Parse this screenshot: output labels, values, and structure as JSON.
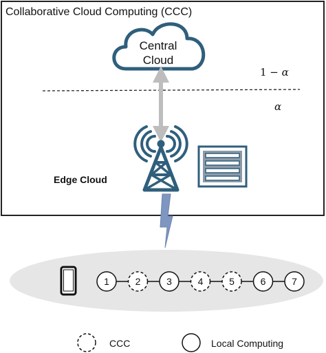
{
  "title": "Collaborative Cloud Computing (CCC)",
  "central_cloud": {
    "line1": "Central",
    "line2": "Cloud"
  },
  "ratio_top": {
    "prefix": "1 − ",
    "symbol": "α"
  },
  "ratio_bottom": "α",
  "edge_cloud_label": "Edge Cloud",
  "nodes": [
    {
      "label": "1",
      "type": "local"
    },
    {
      "label": "2",
      "type": "ccc"
    },
    {
      "label": "3",
      "type": "local"
    },
    {
      "label": "4",
      "type": "ccc"
    },
    {
      "label": "5",
      "type": "ccc"
    },
    {
      "label": "6",
      "type": "local"
    },
    {
      "label": "7",
      "type": "local"
    }
  ],
  "legend": {
    "ccc": "CCC",
    "local": "Local Computing"
  },
  "colors": {
    "accent": "#2f5f7c",
    "arrow": "#bdbdbd",
    "lightning": "#7f96c0",
    "ellipse": "#e6e6e6",
    "server_fill": "#8e9aa6",
    "server_border": "#2f5f7c"
  }
}
